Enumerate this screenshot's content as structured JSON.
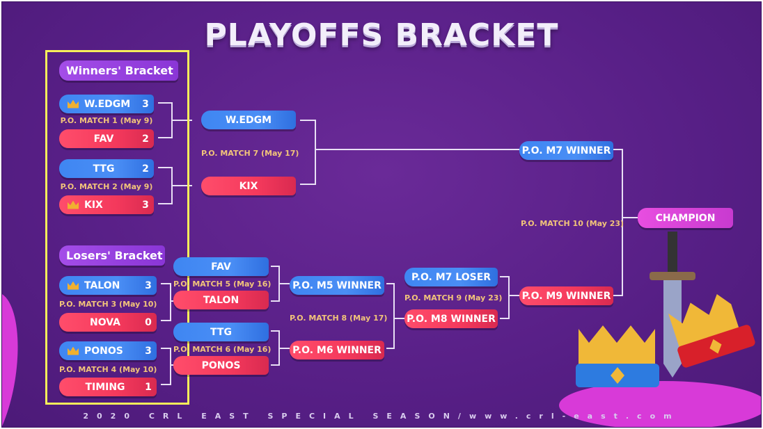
{
  "title": "PLAYOFFS BRACKET",
  "footer": "2020 CRL EAST SPECIAL SEASON/www.crl-east.com",
  "winners": {
    "label": "Winners' Bracket",
    "round1": [
      {
        "match": "P.O. MATCH 1 (May 9)",
        "top": {
          "team": "W.EDGM",
          "score": "3",
          "winner": true
        },
        "bottom": {
          "team": "FAV",
          "score": "2"
        }
      },
      {
        "match": "P.O. MATCH 2 (May 9)",
        "top": {
          "team": "TTG",
          "score": "2"
        },
        "bottom": {
          "team": "KIX",
          "score": "3",
          "winner": true
        }
      }
    ],
    "round2": {
      "match": "P.O. MATCH 7 (May 17)",
      "top": "W.EDGM",
      "bottom": "KIX"
    }
  },
  "losers": {
    "label": "Losers' Bracket",
    "round1": [
      {
        "match": "P.O. MATCH 3 (May 10)",
        "top": {
          "team": "TALON",
          "score": "3",
          "winner": true
        },
        "bottom": {
          "team": "NOVA",
          "score": "0"
        }
      },
      {
        "match": "P.O. MATCH 4 (May 10)",
        "top": {
          "team": "PONOS",
          "score": "3",
          "winner": true
        },
        "bottom": {
          "team": "TIMING",
          "score": "1"
        }
      }
    ],
    "round2": [
      {
        "match": "P.O. MATCH 5 (May 16)",
        "top": "FAV",
        "bottom": "TALON"
      },
      {
        "match": "P.O. MATCH 6 (May 16)",
        "top": "TTG",
        "bottom": "PONOS"
      }
    ],
    "round3": {
      "match": "P.O. MATCH 8 (May 17)",
      "top": "P.O. M5 WINNER",
      "bottom": "P.O. M6 WINNER"
    },
    "round4": {
      "match": "P.O. MATCH 9 (May 23)",
      "top": "P.O. M7 LOSER",
      "bottom": "P.O. M8 WINNER"
    }
  },
  "final": {
    "match": "P.O. MATCH 10 (May 23)",
    "top": "P.O. M7 WINNER",
    "bottom": "P.O. M9 WINNER",
    "champion": "CHAMPION"
  }
}
